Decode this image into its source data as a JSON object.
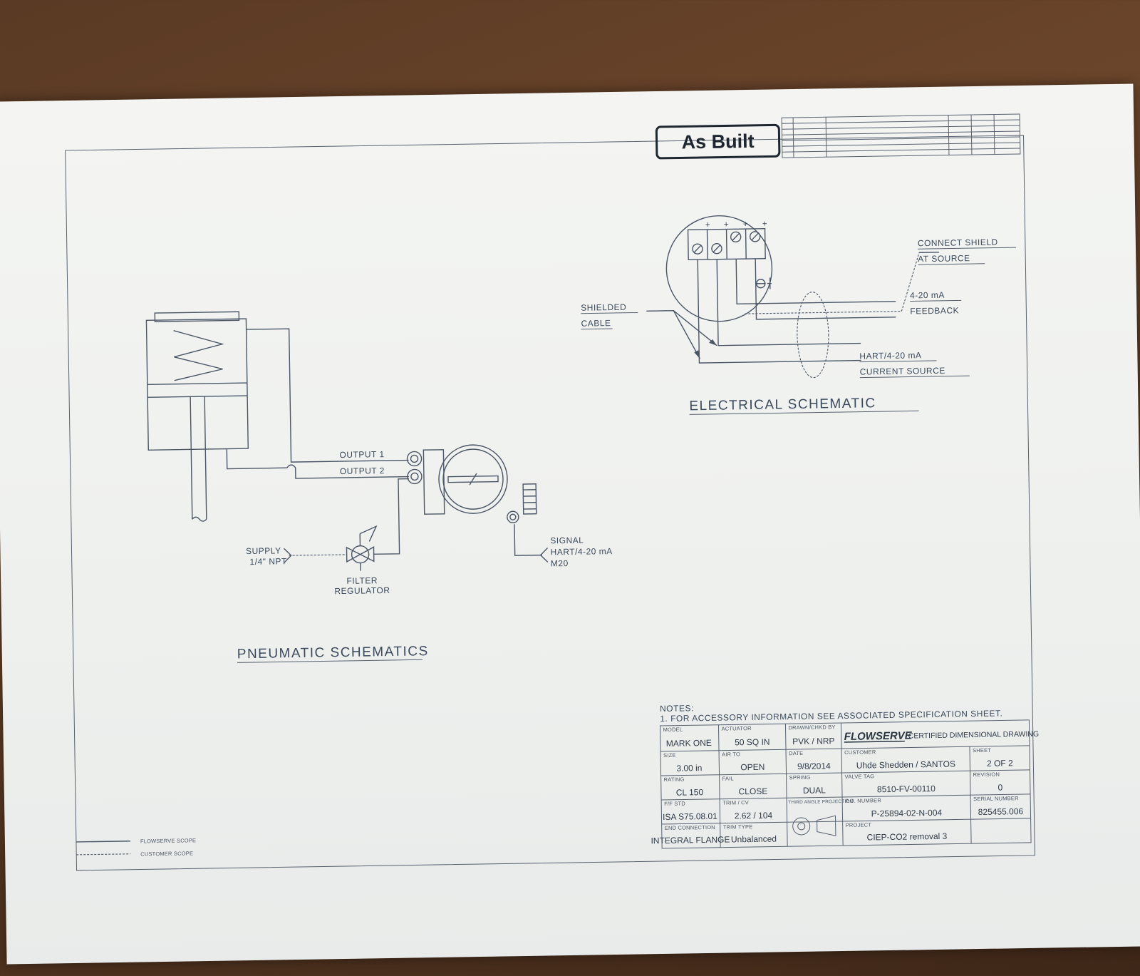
{
  "stamp": "As Built",
  "electrical": {
    "title": "ELECTRICAL SCHEMATIC",
    "connect_shield_1": "CONNECT SHIELD",
    "connect_shield_2": "AT SOURCE",
    "feedback_1": "4-20 mA",
    "feedback_2": "FEEDBACK",
    "shielded_1": "SHIELDED",
    "shielded_2": "CABLE",
    "hart_1": "HART/4-20 mA",
    "hart_2": "CURRENT SOURCE"
  },
  "pneumatic": {
    "title": "PNEUMATIC SCHEMATICS",
    "output1": "OUTPUT 1",
    "output2": "OUTPUT 2",
    "supply_1": "SUPPLY",
    "supply_2": "1/4\" NPT",
    "filter_1": "FILTER",
    "filter_2": "REGULATOR",
    "signal_1": "SIGNAL",
    "signal_2": "HART/4-20 mA",
    "signal_3": "M20"
  },
  "legend": {
    "flowserve_scope": "FLOWSERVE SCOPE",
    "customer_scope": "CUSTOMER SCOPE"
  },
  "notes": {
    "heading": "NOTES:",
    "note1": "1. FOR ACCESSORY INFORMATION SEE ASSOCIATED SPECIFICATION SHEET."
  },
  "title_block": {
    "model_label": "MODEL",
    "model": "MARK ONE",
    "actuator_label": "ACTUATOR",
    "actuator": "50 SQ IN",
    "drawn_label": "DRAWN/CHKD BY",
    "drawn": "PVK / NRP",
    "brand": "FLOWSERVE",
    "doc_title": "CERTIFIED DIMENSIONAL DRAWING",
    "size_label": "SIZE",
    "size": "3.00 in",
    "air_to_label": "AIR TO",
    "air_to": "OPEN",
    "date_label": "DATE",
    "date": "9/8/2014",
    "customer_label": "CUSTOMER",
    "customer": "Uhde Shedden / SANTOS",
    "rating_label": "RATING",
    "rating": "CL 150",
    "fail_label": "FAIL",
    "fail": "CLOSE",
    "spring_label": "SPRING",
    "spring": "DUAL",
    "valve_tag_label": "VALVE TAG",
    "valve_tag": "8510-FV-00110",
    "sheet_label": "SHEET",
    "sheet": "2 OF 2",
    "ff_std_label": "F/F STD",
    "ff_std": "ISA S75.08.01",
    "trim_cv_label": "TRIM / CV",
    "trim_cv": "2.62 / 104",
    "projection_label": "THIRD ANGLE PROJECTION",
    "po_label": "P.O. NUMBER",
    "po": "P-25894-02-N-004",
    "revision_label": "REVISION",
    "revision": "0",
    "end_conn_label": "END CONNECTION",
    "end_conn": "INTEGRAL FLANGE",
    "trim_type_label": "TRIM TYPE",
    "trim_type": "Unbalanced",
    "project_label": "PROJECT",
    "project": "CIEP-CO2 removal 3",
    "serial_label": "SERIAL NUMBER",
    "serial": "825455.006"
  }
}
